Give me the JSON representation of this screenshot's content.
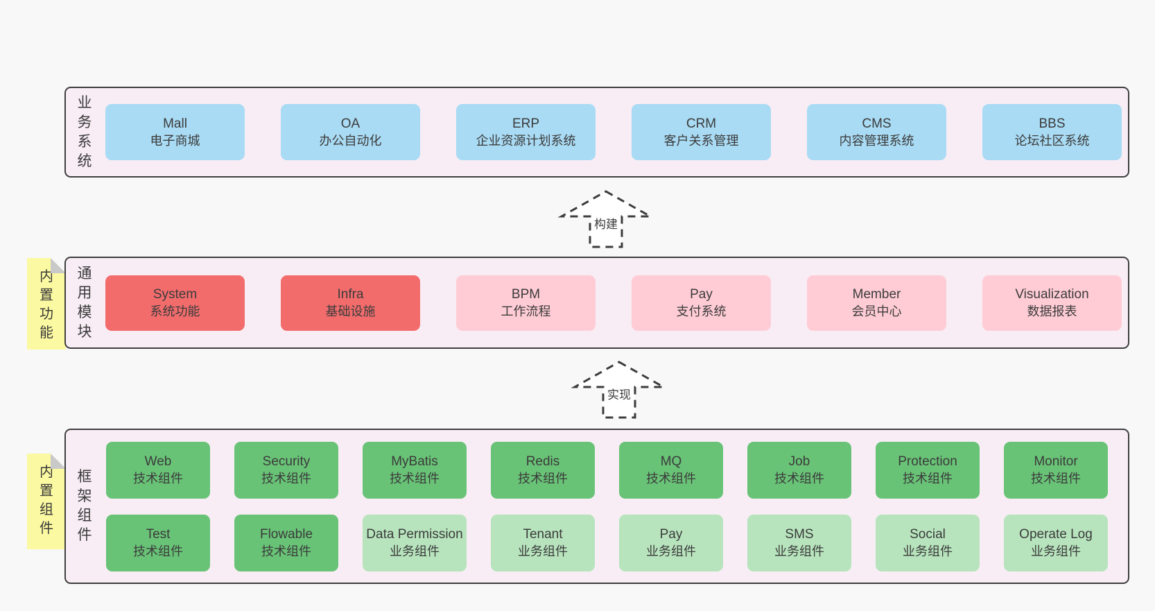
{
  "palette": {
    "page_bg": "#f8f8f8",
    "container_bg": "#f8edf5",
    "container_border": "#3e3e3e",
    "blue": "#a9dbf4",
    "red": "#f26c6c",
    "pink": "#ffccd5",
    "green": "#69c377",
    "light_green": "#b7e4bd",
    "sticky_yellow": "#fbf9a1",
    "fold_gray": "#c9c9c9",
    "text": "#3b3b3b"
  },
  "arrows": [
    {
      "label": "构建"
    },
    {
      "label": "实现"
    }
  ],
  "layers": [
    {
      "label": "业务系统",
      "boxes": [
        {
          "name": "Mall",
          "desc": "电子商城"
        },
        {
          "name": "OA",
          "desc": "办公自动化"
        },
        {
          "name": "ERP",
          "desc": "企业资源计划系统"
        },
        {
          "name": "CRM",
          "desc": "客户关系管理"
        },
        {
          "name": "CMS",
          "desc": "内容管理系统"
        },
        {
          "name": "BBS",
          "desc": "论坛社区系统"
        }
      ]
    },
    {
      "label": "通用模块",
      "note": "内置功能",
      "boxes": [
        {
          "name": "System",
          "desc": "系统功能"
        },
        {
          "name": "Infra",
          "desc": "基础设施"
        },
        {
          "name": "BPM",
          "desc": "工作流程"
        },
        {
          "name": "Pay",
          "desc": "支付系统"
        },
        {
          "name": "Member",
          "desc": "会员中心"
        },
        {
          "name": "Visualization",
          "desc": "数据报表"
        }
      ]
    },
    {
      "label": "框架组件",
      "note": "内置组件",
      "rows": [
        [
          {
            "name": "Web",
            "desc": "技术组件"
          },
          {
            "name": "Security",
            "desc": "技术组件"
          },
          {
            "name": "MyBatis",
            "desc": "技术组件"
          },
          {
            "name": "Redis",
            "desc": "技术组件"
          },
          {
            "name": "MQ",
            "desc": "技术组件"
          },
          {
            "name": "Job",
            "desc": "技术组件"
          },
          {
            "name": "Protection",
            "desc": "技术组件"
          },
          {
            "name": "Monitor",
            "desc": "技术组件"
          }
        ],
        [
          {
            "name": "Test",
            "desc": "技术组件"
          },
          {
            "name": "Flowable",
            "desc": "技术组件"
          },
          {
            "name": "Data Permission",
            "desc": "业务组件"
          },
          {
            "name": "Tenant",
            "desc": "业务组件"
          },
          {
            "name": "Pay",
            "desc": "业务组件"
          },
          {
            "name": "SMS",
            "desc": "业务组件"
          },
          {
            "name": "Social",
            "desc": "业务组件"
          },
          {
            "name": "Operate Log",
            "desc": "业务组件"
          }
        ]
      ]
    }
  ]
}
